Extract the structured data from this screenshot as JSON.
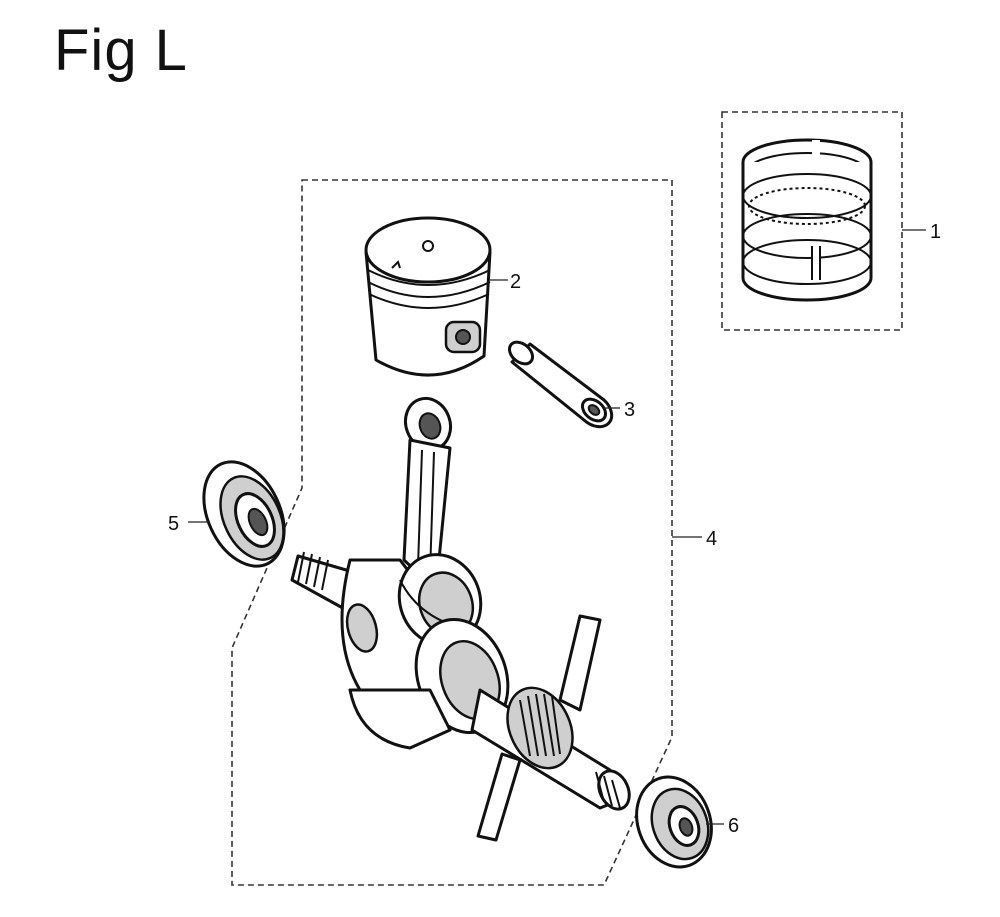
{
  "title": "Fig L",
  "callouts": [
    "1",
    "2",
    "3",
    "4",
    "5",
    "6"
  ]
}
